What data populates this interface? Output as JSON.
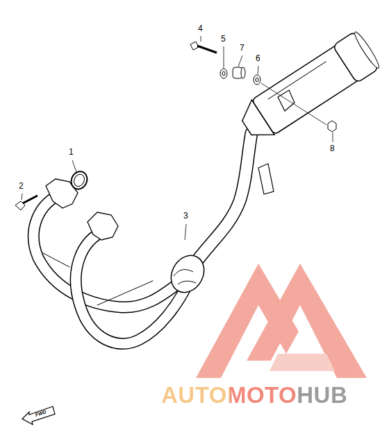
{
  "diagram": {
    "labels": [
      "1",
      "2",
      "3",
      "4",
      "5",
      "6",
      "7",
      "8",
      "FWD",
      "AUTOMOTOHUB"
    ]
  }
}
